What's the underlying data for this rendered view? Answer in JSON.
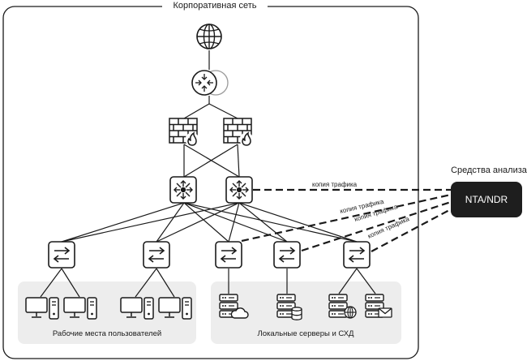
{
  "corporate_network": {
    "title": "Корпоративная сеть"
  },
  "analysis_tools": {
    "title": "Средства анализа",
    "device_label": "NTA/NDR"
  },
  "traffic_copy_label": "копия трафика",
  "groups": {
    "workstations": "Рабочие места пользователей",
    "servers": "Локальные серверы и СХД"
  },
  "icons": {
    "internet": "globe-icon",
    "router": "router-icon",
    "firewall": "firewall-icon",
    "core_switch": "core-switch-icon",
    "access_switch": "switch-icon",
    "workstation": "workstation-icon",
    "server_cloud": "server-cloud-icon",
    "server_storage": "server-storage-icon",
    "server_web": "server-web-icon",
    "server_mail": "server-mail-icon"
  }
}
